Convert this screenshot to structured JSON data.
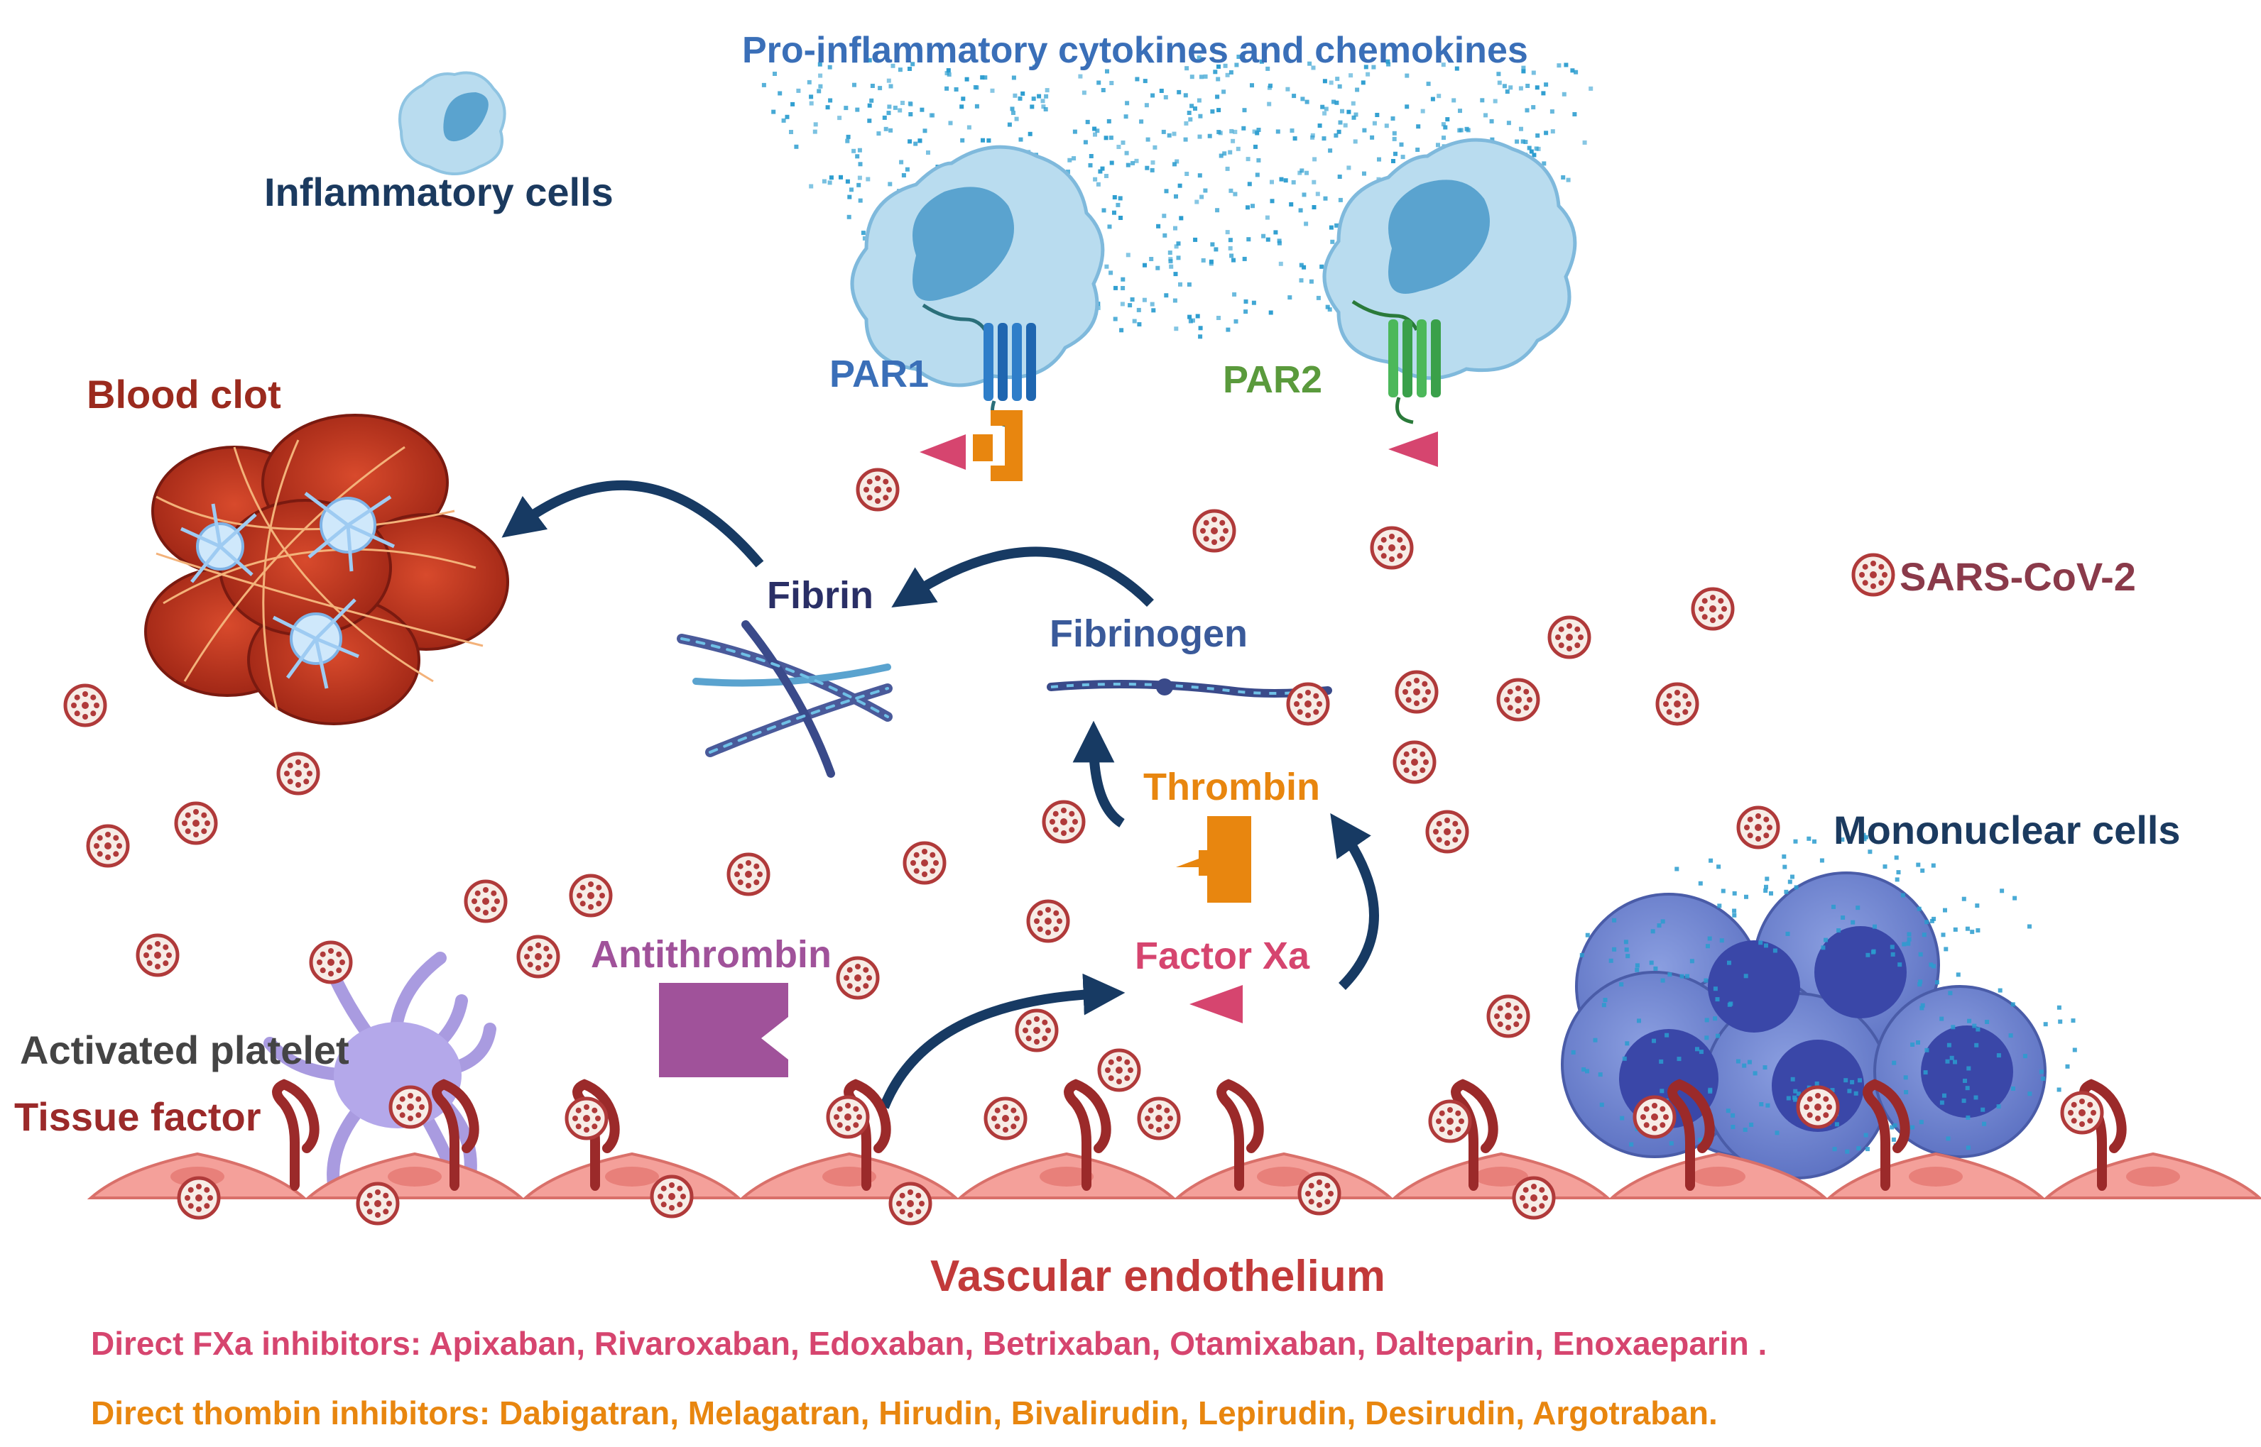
{
  "labels": {
    "cytokines": "Pro-inflammatory cytokines and chemokines",
    "inflammatory_cells": "Inflammatory cells",
    "par1": "PAR1",
    "par2": "PAR2",
    "blood_clot": "Blood clot",
    "fibrin": "Fibrin",
    "fibrinogen": "Fibrinogen",
    "sars": "SARS-CoV-2",
    "thrombin": "Thrombin",
    "mononuclear": "Mononuclear cells",
    "antithrombin": "Antithrombin",
    "factor_xa": "Factor Xa",
    "activated_platelet": "Activated platelet",
    "tissue_factor": "Tissue factor",
    "endothelium": "Vascular endothelium"
  },
  "notes": {
    "fxa_inhibitors": "Direct FXa inhibitors: Apixaban, Rivaroxaban, Edoxaban, Betrixaban, Otamixaban, Dalteparin, Enoxaeparin .",
    "thrombin_inhibitors": "Direct thombin inhibitors: Dabigatran, Melagatran, Hirudin, Bivalirudin, Lepirudin, Desirudin, Argotraban."
  },
  "colors": {
    "dark_navy": "#1b3a5f",
    "blue_label": "#3a6fb8",
    "green_label": "#5a9a3c",
    "clot_red": "#9b2a1e",
    "sars_label": "#8a3a4a",
    "orange": "#e8860f",
    "pink": "#d6456f",
    "purple": "#a0529a",
    "gray": "#444444",
    "tissue_factor_red": "#9b2a2a",
    "endothelium_red": "#c23a3a"
  }
}
